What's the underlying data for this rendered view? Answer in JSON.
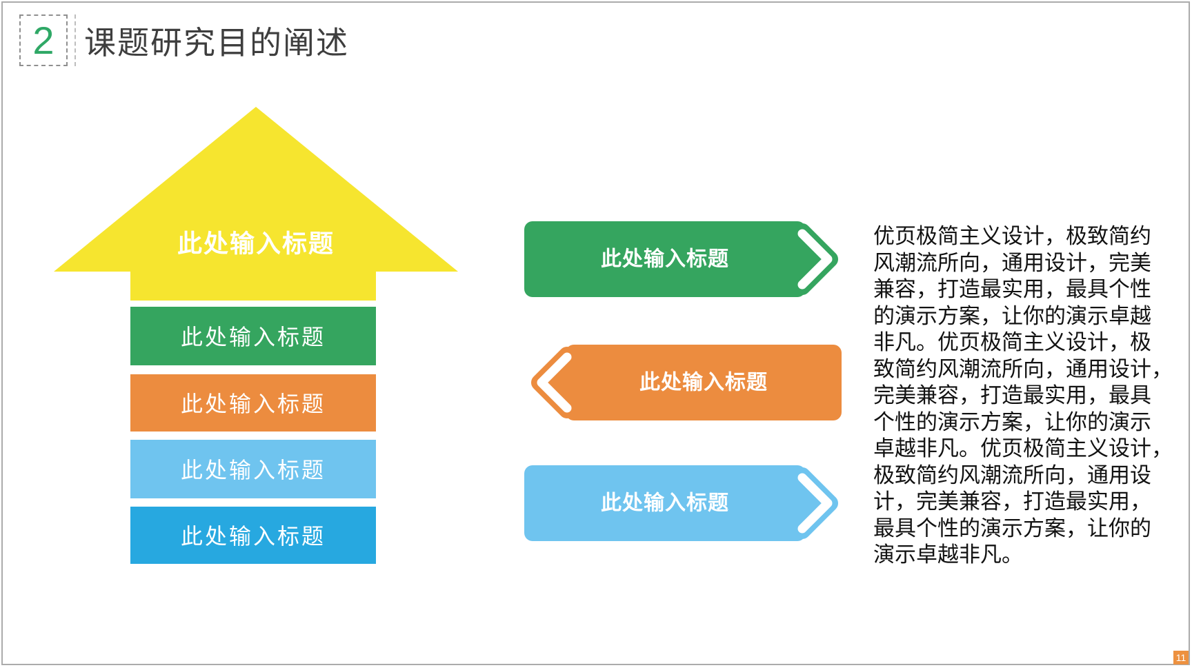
{
  "header": {
    "number": "2",
    "title": "课题研究目的阐述"
  },
  "colors": {
    "yellow": "#f6e52f",
    "green": "#35a55f",
    "orange": "#ec8c3f",
    "light_blue": "#6fc4ef",
    "blue": "#27a8e0",
    "badge_orange": "#ed9140",
    "number_green": "#2fa866",
    "title_gray": "#3e3e3e",
    "border_gray": "#ababab"
  },
  "arrow_diagram": {
    "head_label": "此处输入标题",
    "head_color": "#f6e52f",
    "bars": [
      {
        "label": "此处输入标题",
        "color": "#35a55f"
      },
      {
        "label": "此处输入标题",
        "color": "#ec8c3f"
      },
      {
        "label": "此处输入标题",
        "color": "#6fc4ef"
      },
      {
        "label": "此处输入标题",
        "color": "#27a8e0"
      }
    ]
  },
  "banners": [
    {
      "label": "此处输入标题",
      "color": "#35a55f",
      "direction": "right"
    },
    {
      "label": "此处输入标题",
      "color": "#ec8c3f",
      "direction": "left"
    },
    {
      "label": "此处输入标题",
      "color": "#6fc4ef",
      "direction": "right"
    }
  ],
  "paragraph": {
    "lines": [
      "优页极简主义设计，极致简约",
      "风潮流所向，通用设计，完美",
      "兼容，打造最实用，最具个性",
      "的演示方案，让你的演示卓越",
      "非凡。优页极简主义设计，极",
      "致简约风潮流所向，通用设计，",
      "完美兼容，打造最实用，最具",
      "个性的演示方案，让你的演示",
      "卓越非凡。优页极简主义设计，",
      "极致简约风潮流所向，通用设",
      "计，完美兼容，打造最实用，",
      "最具个性的演示方案，让你的",
      "演示卓越非凡。"
    ]
  },
  "footer": {
    "page_number": "11"
  }
}
